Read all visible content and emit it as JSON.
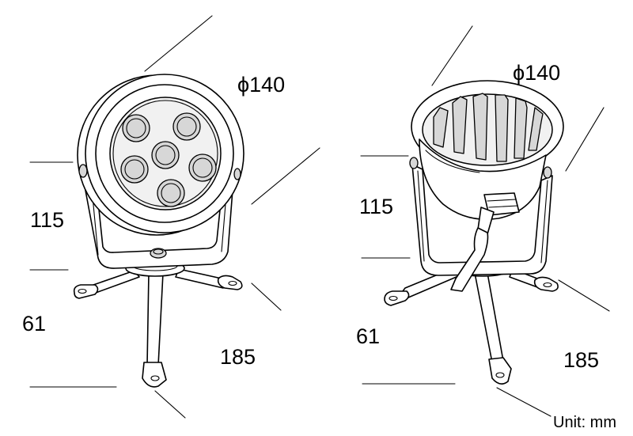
{
  "front_view": {
    "diameter_label": "ϕ140",
    "height_label": "115",
    "base_height_label": "61",
    "spread_label": "185"
  },
  "back_view": {
    "diameter_label": "ϕ140",
    "height_label": "115",
    "base_height_label": "61",
    "spread_label": "185"
  },
  "unit_label": "Unit: mm"
}
